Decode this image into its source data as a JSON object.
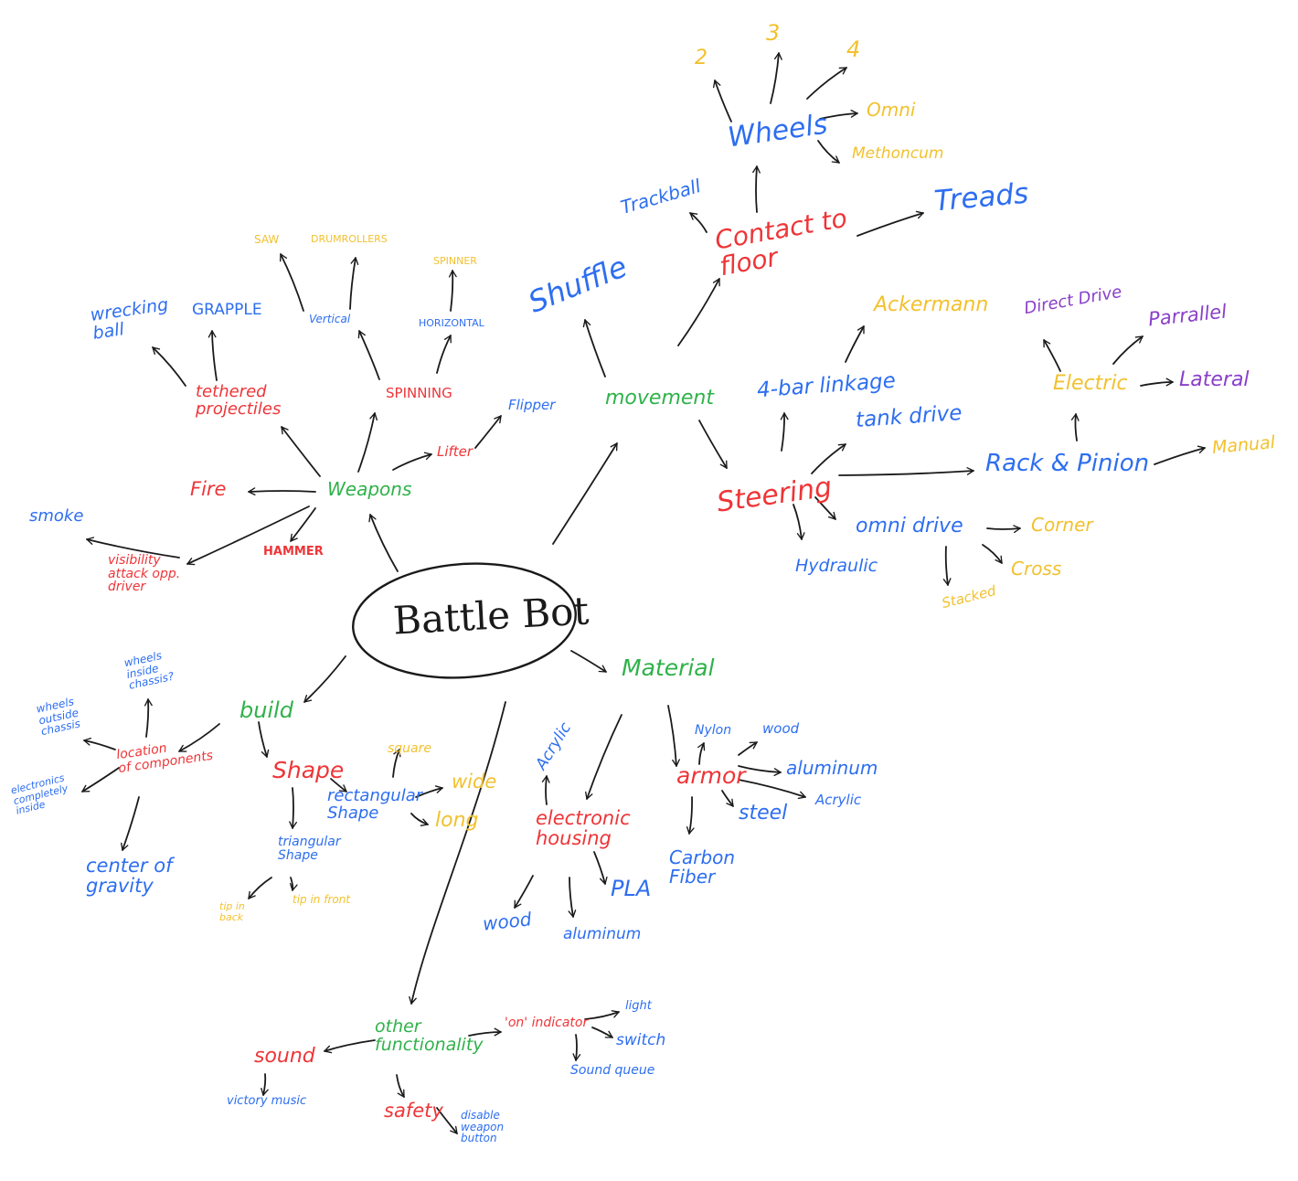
{
  "colors": {
    "ink": "#1a1a1a",
    "level1": "#2fb24a",
    "level2": "#ee3538",
    "level3": "#2d6ef0",
    "level4": "#f2c12e",
    "level5": "#8a3fc9"
  },
  "root": "Battle Bot",
  "nodes": {
    "weapons": "Weapons",
    "movement": "movement",
    "material": "Material",
    "build": "build",
    "other": "other\nfunctionality",
    "fire": "Fire",
    "visibility": "visibility\nattack opp.\ndriver",
    "smoke": "smoke",
    "hammer": "HAMMER",
    "tethered": "tethered\nprojectiles",
    "wrecking": "wrecking\nball",
    "grapple": "GRAPPLE",
    "spinning": "SPINNING",
    "vertical": "Vertical",
    "horizontal": "HORIZONTAL",
    "saw": "SAW",
    "drumrollers": "DRUMROLLERS",
    "spinner": "SPINNER",
    "lifter": "Lifter",
    "flipper": "Flipper",
    "shuffle": "Shuffle",
    "contact": "Contact to\nfloor",
    "trackball": "Trackball",
    "wheels": "Wheels",
    "treads": "Treads",
    "n2": "2",
    "n3": "3",
    "n4": "4",
    "omni": "Omni",
    "mecanum": "Methoncum",
    "steering": "Steering",
    "fourbar": "4-bar linkage",
    "ackermann": "Ackermann",
    "tankdrive": "tank drive",
    "rack": "Rack & Pinion",
    "electric": "Electric",
    "directdrive": "Direct Drive",
    "parallel": "Parrallel",
    "lateral": "Lateral",
    "manual": "Manual",
    "omnidrive": "omni drive",
    "corner": "Corner",
    "cross": "Cross",
    "stacked": "Stacked",
    "hydraulic": "Hydraulic",
    "location": "location\nof components",
    "wheelsinside": "wheels\ninside\nchassis?",
    "wheelsoutside": "wheels\noutside\nchassis",
    "electronics": "electronics\ncompletely\ninside",
    "gravity": "center of\ngravity",
    "shape": "Shape",
    "rectangular": "rectangular\nShape",
    "square": "square",
    "wide": "wide",
    "long": "long",
    "triangular": "triangular\nShape",
    "tipback": "tip in\nback",
    "tipfront": "tip in front",
    "acrylic1": "Acrylic",
    "housing": "electronic\nhousing",
    "wood1": "wood",
    "aluminum1": "aluminum",
    "pla": "PLA",
    "armor": "armor",
    "nylon": "Nylon",
    "wood2": "wood",
    "aluminum2": "aluminum",
    "acrylic2": "Acrylic",
    "steel": "steel",
    "carbon": "Carbon\nFiber",
    "sound": "sound",
    "victory": "victory music",
    "safety": "safety",
    "disable": "disable\nweapon\nbutton",
    "indicator": "'on' indicator",
    "light": "light",
    "switch": "switch",
    "soundqueue": "Sound queue"
  }
}
